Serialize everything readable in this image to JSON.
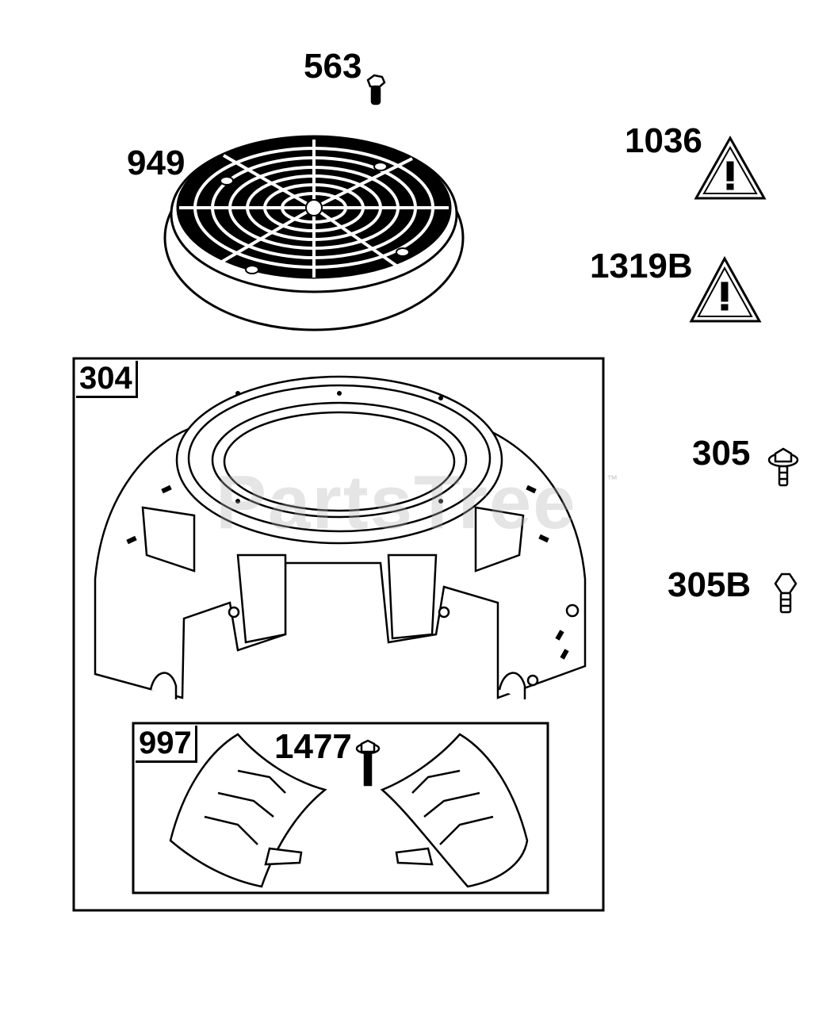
{
  "watermark": {
    "text": "PartsTree",
    "tm": "™"
  },
  "parts": {
    "p563": "563",
    "p949": "949",
    "p1036": "1036",
    "p1319b": "1319B",
    "p304": "304",
    "p305": "305",
    "p305b": "305B",
    "p997": "997",
    "p1477": "1477"
  },
  "colors": {
    "line": "#000000",
    "background": "#ffffff",
    "watermark": "#b4b4b4"
  }
}
